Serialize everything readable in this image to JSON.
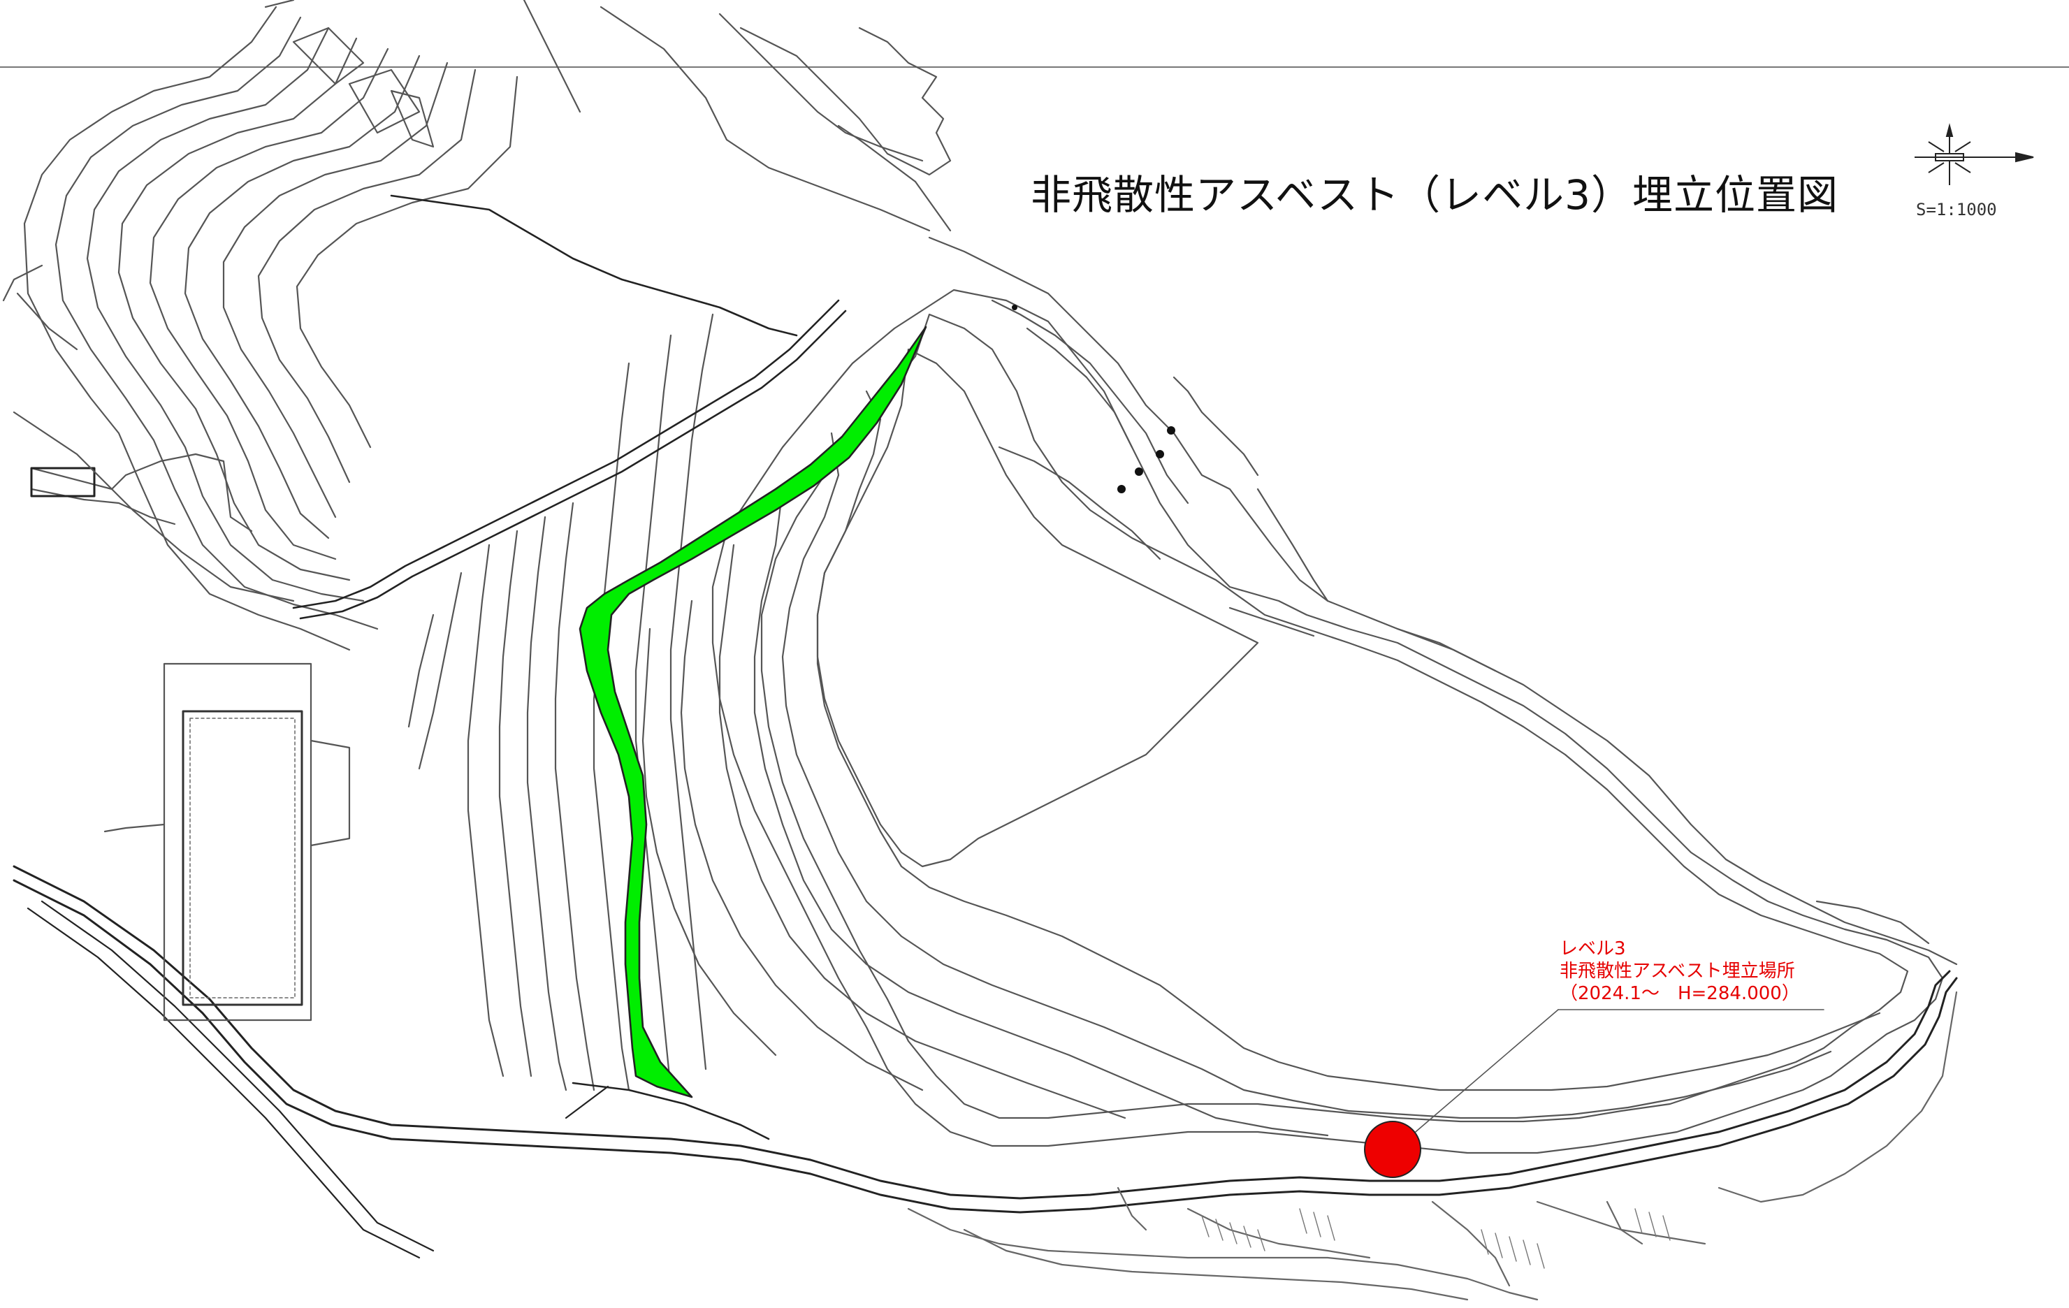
{
  "map": {
    "title": "非飛散性アスベスト（レベル3）埋立位置図",
    "scale": "S=1:1000",
    "site_label": {
      "line1": "レベル3",
      "line2": "非飛散性アスベスト埋立場所",
      "line3": "（2024.1～　H=284.000）"
    },
    "colors": {
      "linework": "#444444",
      "green_zone": "#00ee00",
      "site_marker": "#ee0000",
      "label_text": "#e60000"
    },
    "icons": [
      "north-arrow-icon",
      "site-marker-icon"
    ]
  }
}
